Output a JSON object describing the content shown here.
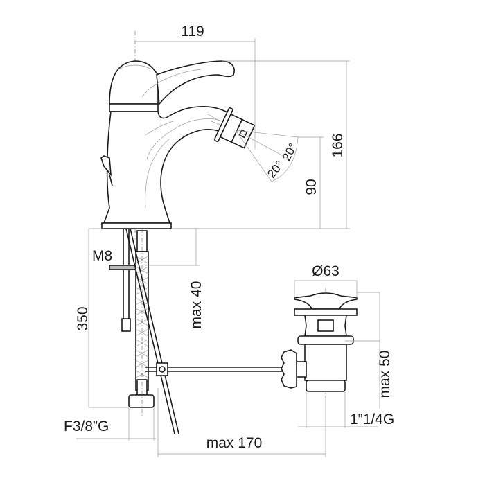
{
  "drawing": {
    "title": "Bidet mixer technical drawing",
    "dimensions": {
      "width_top": "119",
      "total_height": "166",
      "spout_height": "90",
      "angle_left": "20°",
      "angle_right": "20°",
      "mount_thread": "M8",
      "hose_length": "350",
      "deck_thickness": "max 40",
      "drain_diameter": "Ø63",
      "drain_height": "max 50",
      "drain_thread": "1”1/4G",
      "hose_connection": "F3/8”G",
      "rod_length": "max 170"
    }
  }
}
